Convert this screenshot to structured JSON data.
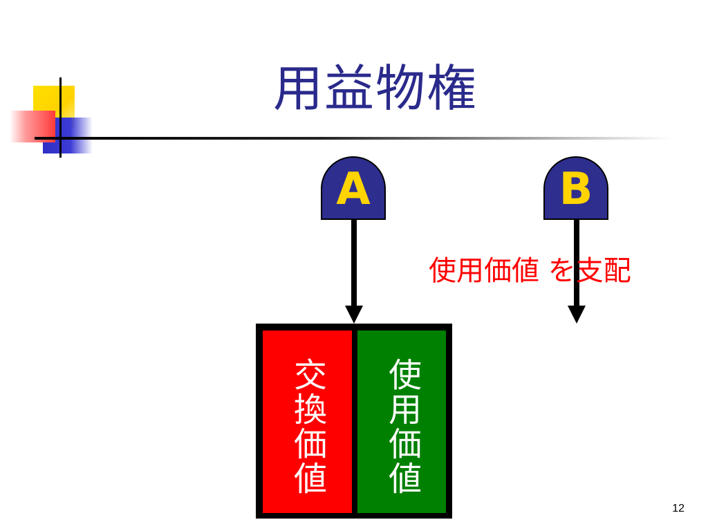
{
  "slide": {
    "title": "用益物権",
    "page_number": "12"
  },
  "badges": [
    {
      "letter": "A"
    },
    {
      "letter": "B"
    }
  ],
  "annotation": "使用価値 を支配",
  "value_box": {
    "left_label": "交換価値",
    "right_label": "使用価値"
  },
  "colors": {
    "title": "#2a2a8c",
    "badge_fill": "#2e2e8f",
    "badge_letter": "#ffd400",
    "annotation": "#ff0000",
    "left_fill": "#ff0000",
    "right_fill": "#008000",
    "arrow": "#000000"
  }
}
